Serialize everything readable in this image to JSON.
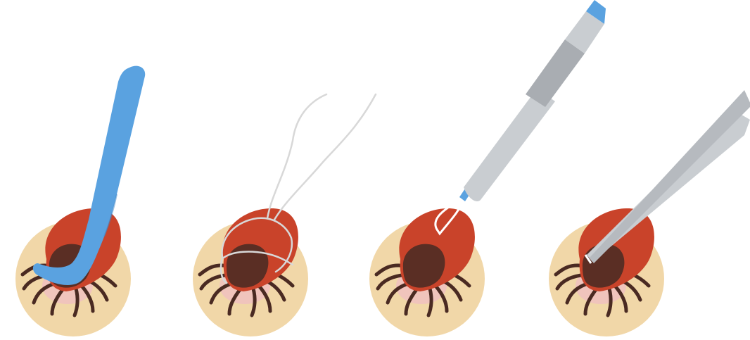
{
  "illustration": {
    "panels": [
      {
        "tool": "tick-removal-hook",
        "tool_icon": "hook-icon"
      },
      {
        "tool": "thread-loop",
        "tool_icon": "thread-icon"
      },
      {
        "tool": "lasso-pen",
        "tool_icon": "pen-lasso-icon"
      },
      {
        "tool": "tweezers",
        "tool_icon": "tweezers-icon"
      }
    ],
    "colors": {
      "skin": "#f1d7a8",
      "skin_bite": "#f0c4bc",
      "tick_body": "#c9432a",
      "tick_head": "#5a2e24",
      "tick_legs": "#4a2a22",
      "hook_blue": "#5aa2e0",
      "pen_gray": "#c9cdd1",
      "pen_dark_band": "#a9adb2",
      "pen_tip_blue": "#5aa2e0",
      "thread": "#d8d8d8",
      "tweezer_gray": "#c9cdd1"
    }
  }
}
